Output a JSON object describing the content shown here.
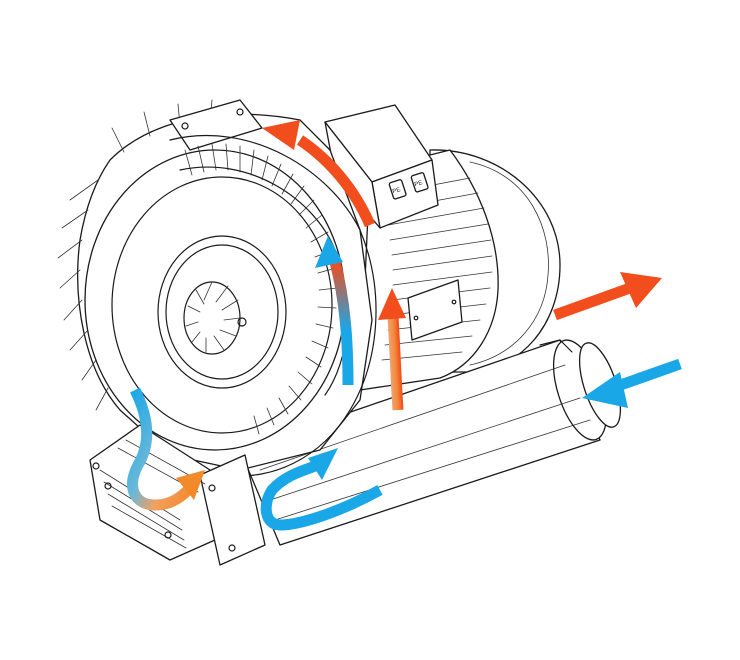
{
  "figure": {
    "subject": "side-channel-blower",
    "terminal_labels": [
      "PE",
      "PE"
    ]
  },
  "colors": {
    "outlet": "#f24d1c",
    "inlet": "#1aa7e8",
    "line": "#1a1a1a",
    "background": "#ffffff"
  },
  "flows": [
    {
      "name": "inlet-arrow",
      "direction": "in"
    },
    {
      "name": "outlet-arrow",
      "direction": "out"
    },
    {
      "name": "impeller-channel-flow",
      "direction": "in-to-out"
    }
  ]
}
